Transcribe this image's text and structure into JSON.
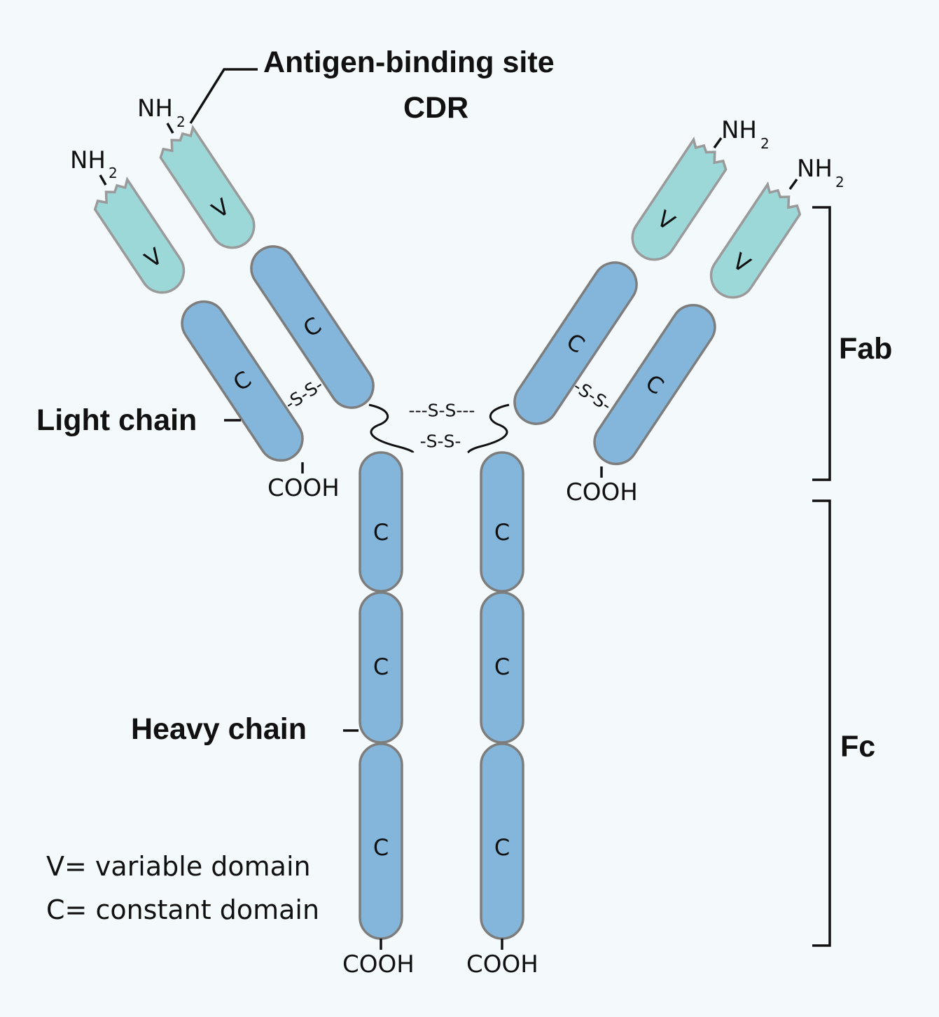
{
  "labels": {
    "antigen_binding_site": "Antigen-binding site",
    "cdr": "CDR",
    "light_chain": "Light chain",
    "heavy_chain": "Heavy chain",
    "fab": "Fab",
    "fc": "Fc",
    "nh2": "NH",
    "nh2_sub": "2",
    "cooh": "COOH",
    "variable": "V",
    "constant": "C",
    "disulfide": "-S-S-",
    "disulfide_hinge_top": "---S-S---",
    "disulfide_hinge_bottom": "-S-S-",
    "disulfide_arm": "-S-S-"
  },
  "legend": {
    "variable": "V= variable domain",
    "constant": "C= constant domain"
  },
  "colors": {
    "background": "#f4f9fc",
    "constant_domain": "#84b6db",
    "variable_domain": "#9dd8d9",
    "outline": "#7d7d7d"
  }
}
